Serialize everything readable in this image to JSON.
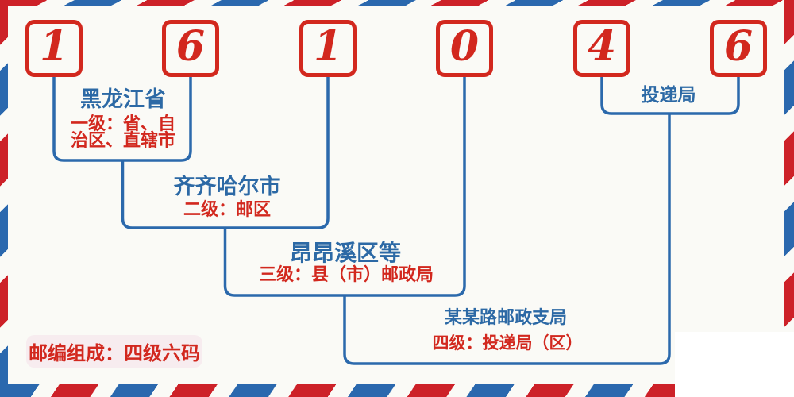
{
  "postal_code": {
    "digits": [
      "1",
      "6",
      "1",
      "0",
      "4",
      "6"
    ]
  },
  "levels": [
    {
      "title": "黑龙江省",
      "desc": "一级：省、自治区、直辖市"
    },
    {
      "title": "齐齐哈尔市",
      "desc": "二级：邮区"
    },
    {
      "title": "昂昂溪区等",
      "desc": "三级：县（市）邮政局"
    },
    {
      "title": "某某路邮政支局",
      "desc": "四级：投递局（区）"
    }
  ],
  "delivery_office_label": "投递局",
  "footer_badge": "邮编组成：四级六码",
  "colors": {
    "digit_red": "#d2281e",
    "stripe_red": "#cd2128",
    "stripe_blue": "#2a68ae",
    "line_blue": "#2b69ac",
    "title_blue": "#2c69a5",
    "desc_red": "#d2281e",
    "badge_bg": "#f7ecef",
    "background": "#fafaf6"
  }
}
